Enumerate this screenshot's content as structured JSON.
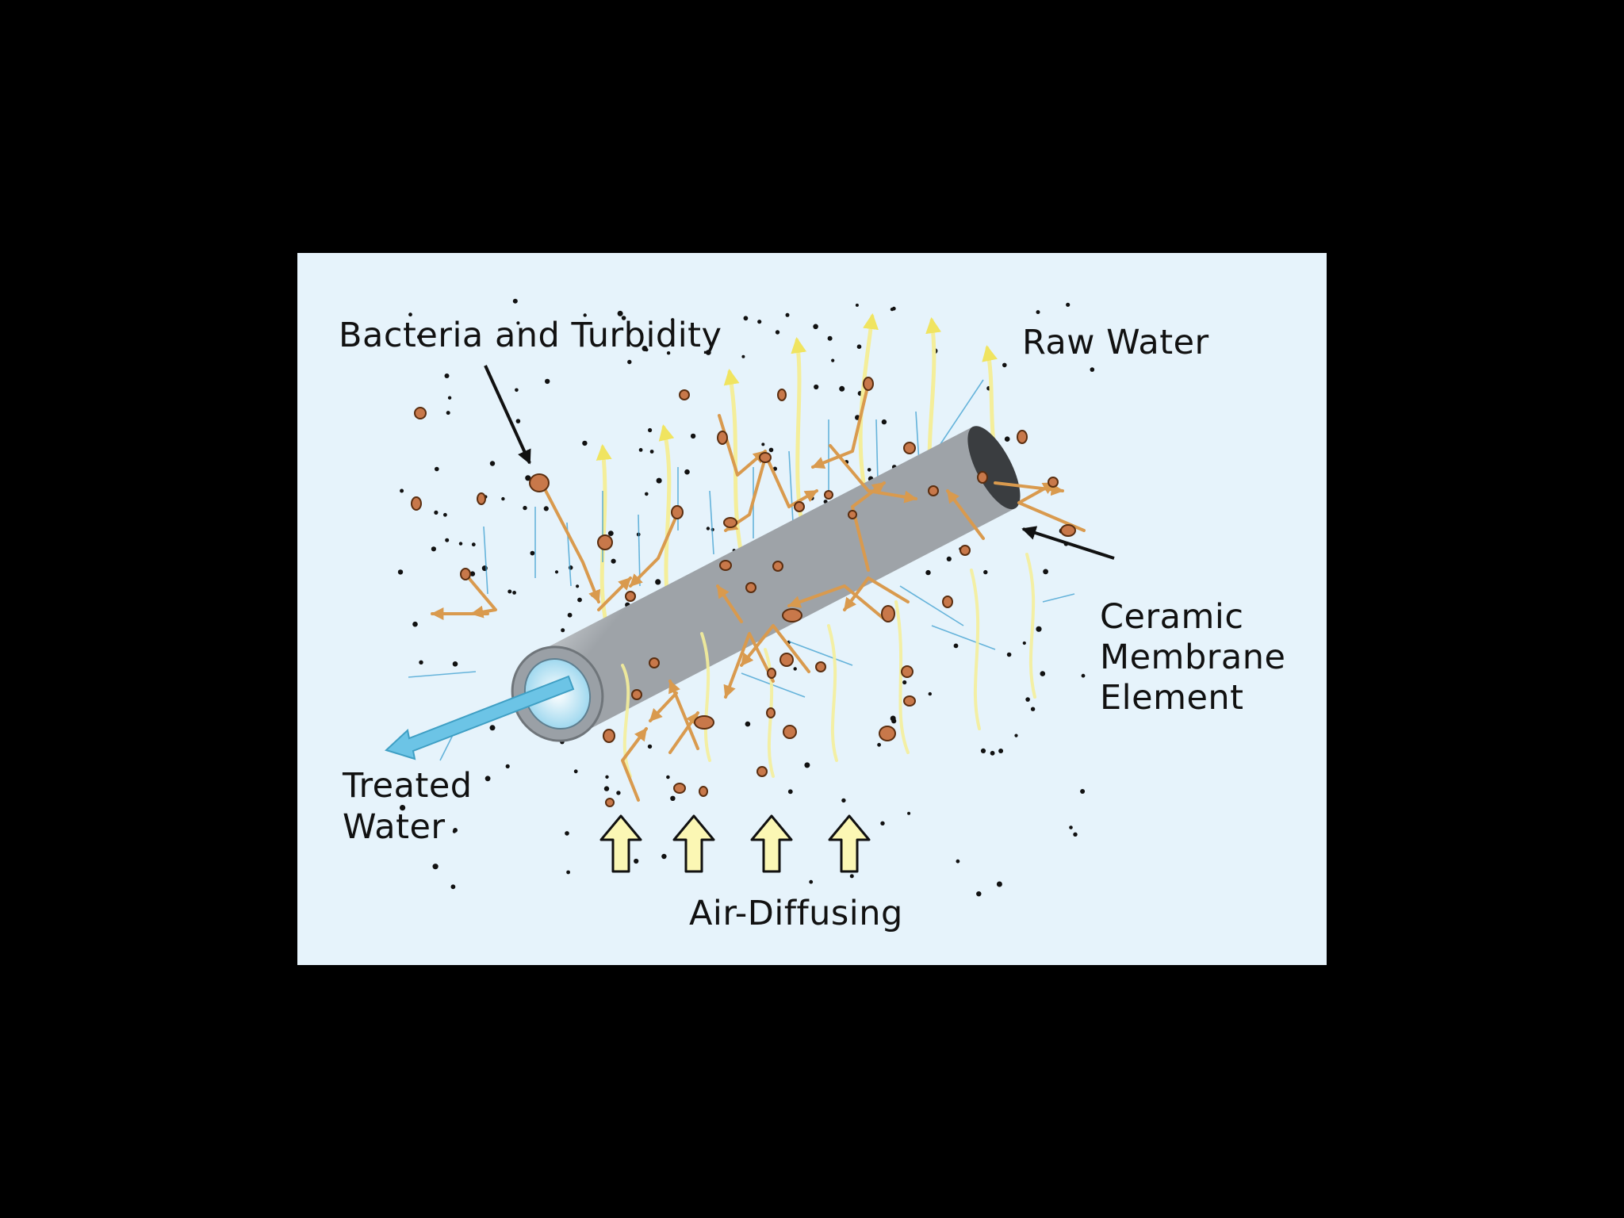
{
  "labels": {
    "bacteria": "Bacteria and Turbidity",
    "raw_water": "Raw Water",
    "ceramic_lines": [
      "Ceramic",
      "Membrane",
      "Element"
    ],
    "treated_lines": [
      "Treated",
      "Water"
    ],
    "air": "Air-Diffusing"
  },
  "colors": {
    "background": "#000000",
    "panel": "#e6f3fb",
    "particle_fill": "#c8784a",
    "particle_stroke": "#5a2e10",
    "flow_arrow": "#d99a4e",
    "bubble_trail": "#f4ee9a",
    "air_arrow_fill": "#fbf7b4",
    "treated_arrow": "#6cc4e6",
    "pointer": "#111111"
  },
  "icons": [
    "leader-arrow-icon",
    "air-arrow-icon",
    "treated-water-arrow-icon"
  ]
}
